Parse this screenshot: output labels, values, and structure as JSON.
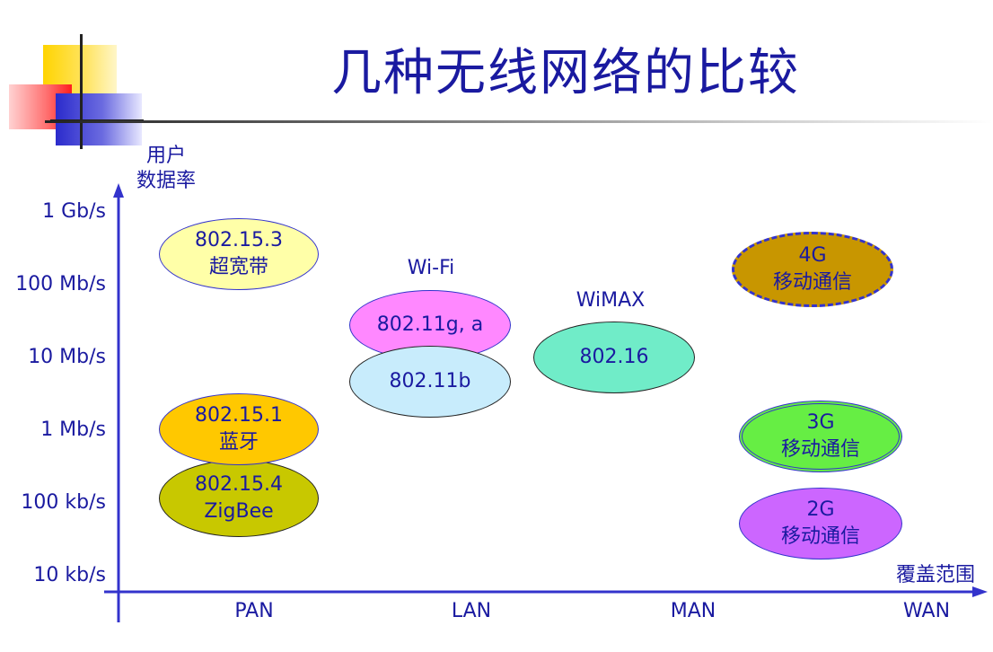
{
  "slide": {
    "title": "几种无线网络的比较"
  },
  "axes": {
    "y_title_line1": "用户",
    "y_title_line2": "数据率",
    "x_title": "覆盖范围",
    "y_ticks": [
      "1 Gb/s",
      "100 Mb/s",
      "10 Mb/s",
      "1 Mb/s",
      "100 kb/s",
      "10 kb/s"
    ],
    "x_ticks": [
      "PAN",
      "LAN",
      "MAN",
      "WAN"
    ]
  },
  "groups": {
    "wifi": "Wi-Fi",
    "wimax": "WiMAX"
  },
  "technologies": {
    "uwb": {
      "line1": "802.15.3",
      "line2": "超宽带",
      "color": "#ffffa8"
    },
    "bluetooth": {
      "line1": "802.15.1",
      "line2": "蓝牙",
      "color": "#ffc800"
    },
    "zigbee": {
      "line1": "802.15.4",
      "line2": "ZigBee",
      "color": "#c8c800"
    },
    "wifi_ga": {
      "line1": "802.11g, a",
      "color": "#ff88ff"
    },
    "wifi_b": {
      "line1": "802.11b",
      "color": "#c8ecfc"
    },
    "wimax": {
      "line1": "802.16",
      "color": "#70ecc8"
    },
    "g4": {
      "line1": "4G",
      "line2": "移动通信",
      "color": "#c89600"
    },
    "g3": {
      "line1": "3G",
      "line2": "移动通信",
      "color": "#66ee44"
    },
    "g2": {
      "line1": "2G",
      "line2": "移动通信",
      "color": "#cc66ff"
    }
  },
  "colors": {
    "text": "#1a1aa0",
    "axis": "#3333cc"
  }
}
